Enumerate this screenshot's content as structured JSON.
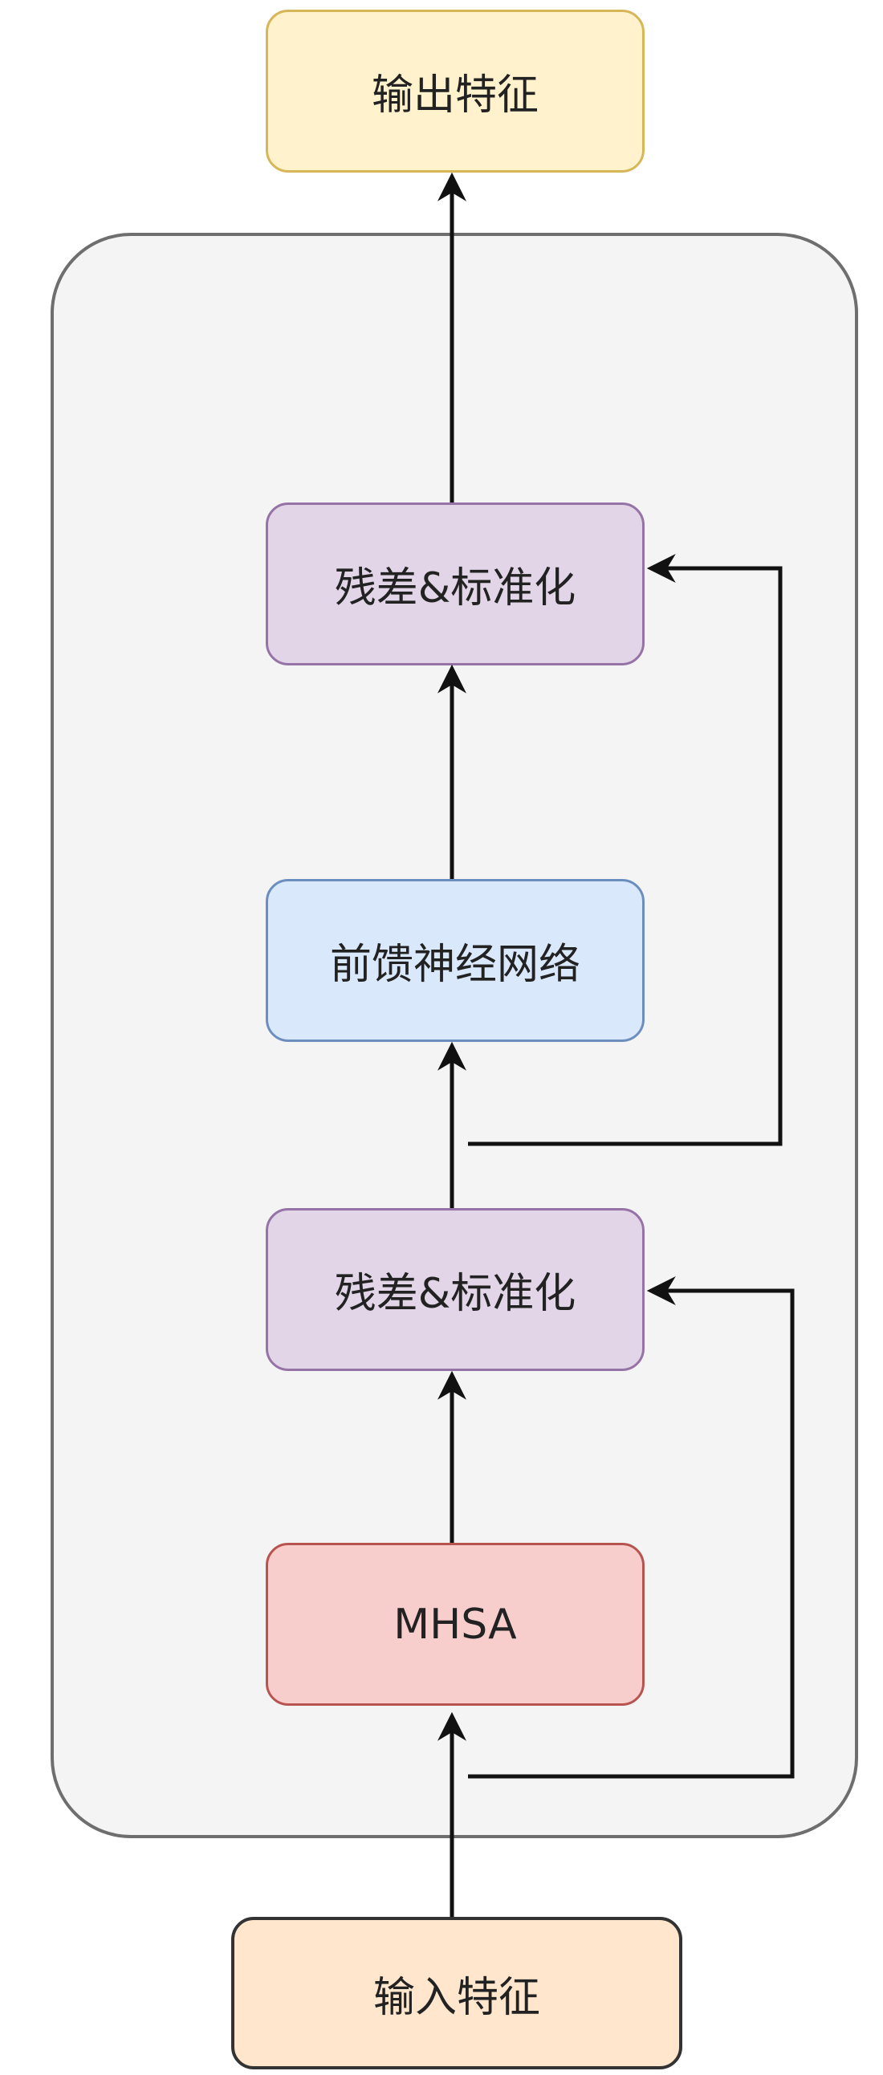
{
  "nodes": {
    "output": "输出特征",
    "residual_norm_top": "残差&标准化",
    "ffn": "前馈神经网络",
    "residual_norm_bottom": "残差&标准化",
    "mhsa": "MHSA",
    "input": "输入特征"
  }
}
